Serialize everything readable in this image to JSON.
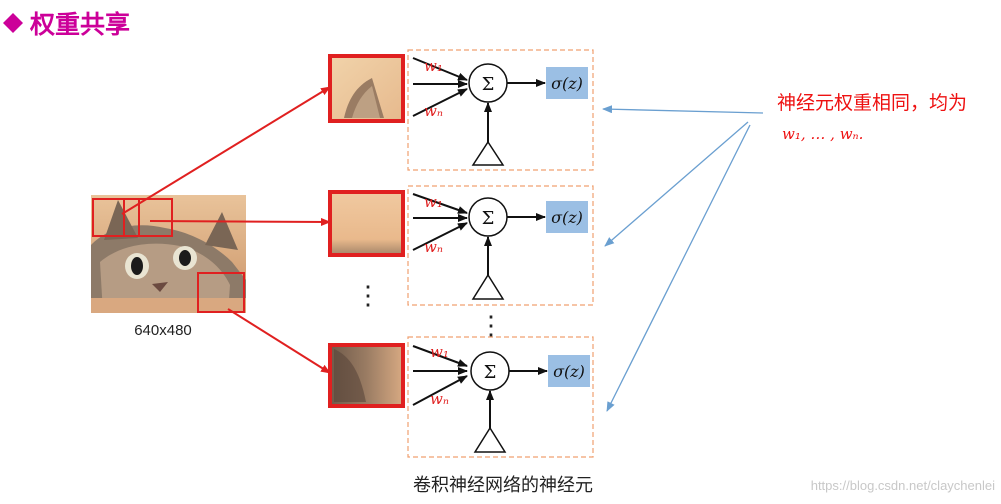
{
  "title": "权重共享",
  "image_caption": "640x480",
  "bottom_caption": "卷积神经网络的神经元",
  "note": {
    "line1": "神经元权重相同，均为",
    "line2": "w₁, … , wₙ."
  },
  "neuron": {
    "w1": "w₁",
    "wn": "wₙ",
    "sum_symbol": "Σ",
    "activation": "σ(z)"
  },
  "ellipsis": "⋮",
  "watermark": "https://blog.csdn.net/claychenlei",
  "colors": {
    "title": "#cc0099",
    "red": "#e02020",
    "note": "#ee1111",
    "dashed_box": "#f0a070",
    "activation_fill": "#9bbfe4",
    "arrow_blue": "#6a9fd0",
    "ink": "#111111"
  }
}
